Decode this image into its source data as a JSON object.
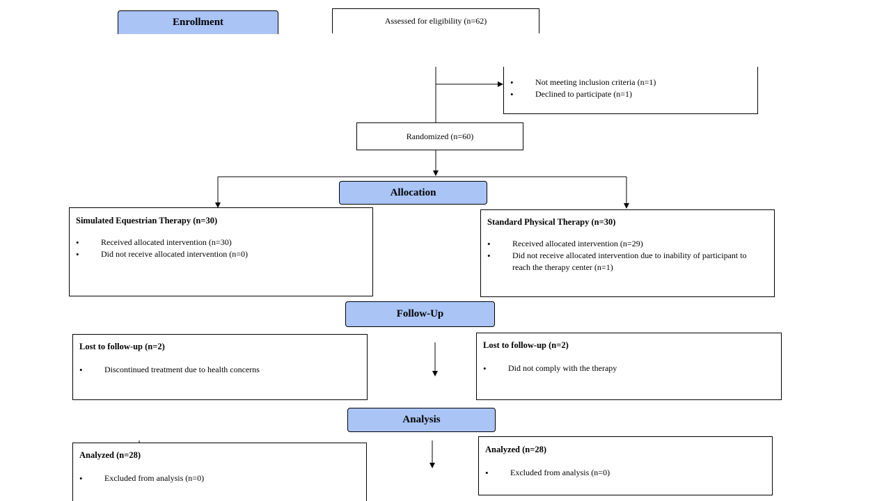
{
  "phases": {
    "enrollment": "Enrollment",
    "allocation": "Allocation",
    "follow_up": "Follow-Up",
    "analysis": "Analysis"
  },
  "assessed": "Assessed for eligibility (n=62)",
  "excluded": {
    "items": [
      "Not meeting inclusion criteria (n=1)",
      "Declined to participate (n=1)"
    ]
  },
  "randomized": "Randomized (n=60)",
  "left_arm": {
    "allocation_title": "Simulated Equestrian Therapy (n=30)",
    "allocation_items": [
      "Received allocated intervention (n=30)",
      "Did not receive allocated intervention (n=0)"
    ],
    "followup_title": "Lost to follow-up (n=2)",
    "followup_items": [
      "Discontinued treatment due to health concerns"
    ],
    "analysis_title": "Analyzed (n=28)",
    "analysis_items": [
      "Excluded from analysis (n=0)"
    ]
  },
  "right_arm": {
    "allocation_title": "Standard Physical Therapy (n=30)",
    "allocation_items": [
      "Received allocated intervention (n=29)",
      "Did not receive allocated intervention  due to inability of participant to reach the therapy center (n=1)"
    ],
    "followup_title": "Lost to follow-up (n=2)",
    "followup_items": [
      "Did not comply with the therapy"
    ],
    "analysis_title": "Analyzed (n=28)",
    "analysis_items": [
      "Excluded from analysis (n=0)"
    ]
  }
}
